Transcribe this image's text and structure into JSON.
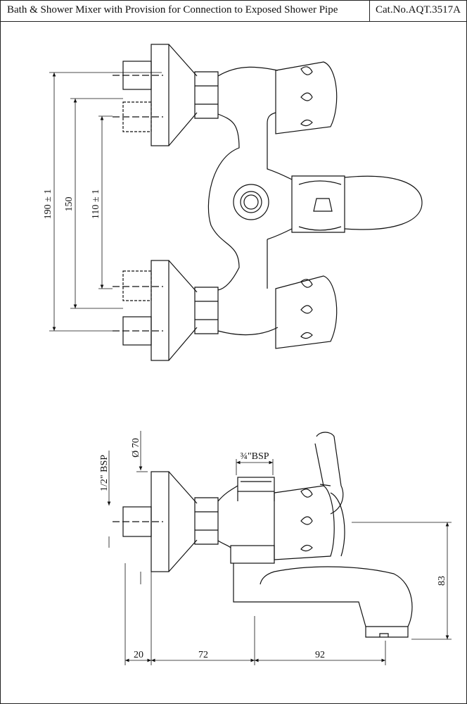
{
  "header": {
    "title": "Bath & Shower Mixer with Provision for Connection to Exposed Shower Pipe",
    "cat_no": "Cat.No.AQT.3517A"
  },
  "top_view": {
    "dim_outer": "190 ± 1",
    "dim_middle": "150",
    "dim_inner": "110 ± 1"
  },
  "side_view": {
    "dim_inlet": "1/2\" BSP",
    "dim_flange": "Ø 70",
    "dim_outlet": "¾\"BSP",
    "dim_height": "83",
    "dim_a": "20",
    "dim_b": "72",
    "dim_c": "92"
  }
}
